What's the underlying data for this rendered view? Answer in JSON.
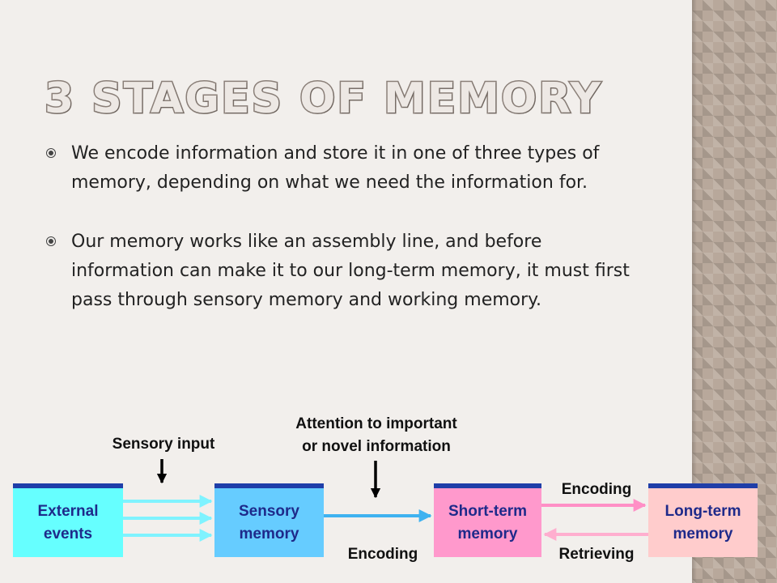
{
  "slide": {
    "title": "3 Stages of Memory",
    "bullets": [
      "We encode information and store it in one of three types of memory, depending on what we need the information for.",
      "Our memory works like an assembly line, and before information can make it to our long-term memory, it must first pass through sensory memory and working memory."
    ]
  },
  "diagram": {
    "boxes": [
      {
        "label": "External\nevents",
        "color": "#66ffff"
      },
      {
        "label": "Sensory\nmemory",
        "color": "#66ccff"
      },
      {
        "label": "Short-term\nmemory",
        "color": "#ff99cc"
      },
      {
        "label": "Long-term\nmemory",
        "color": "#ffcccc"
      }
    ],
    "labels": {
      "sensory_input": "Sensory input",
      "attention": "Attention to important\nor novel information",
      "encoding_bottom": "Encoding",
      "encoding_top": "Encoding",
      "retrieving": "Retrieving"
    },
    "colors": {
      "arrow_cyan": "#7ff3ff",
      "arrow_blue": "#3fb2f0",
      "arrow_pink": "#ff8fc6",
      "arrow_lightpink": "#ffaecf",
      "box_border": "#1f3ea8"
    }
  },
  "background": {
    "sidebar_color": "#b8a89b"
  }
}
